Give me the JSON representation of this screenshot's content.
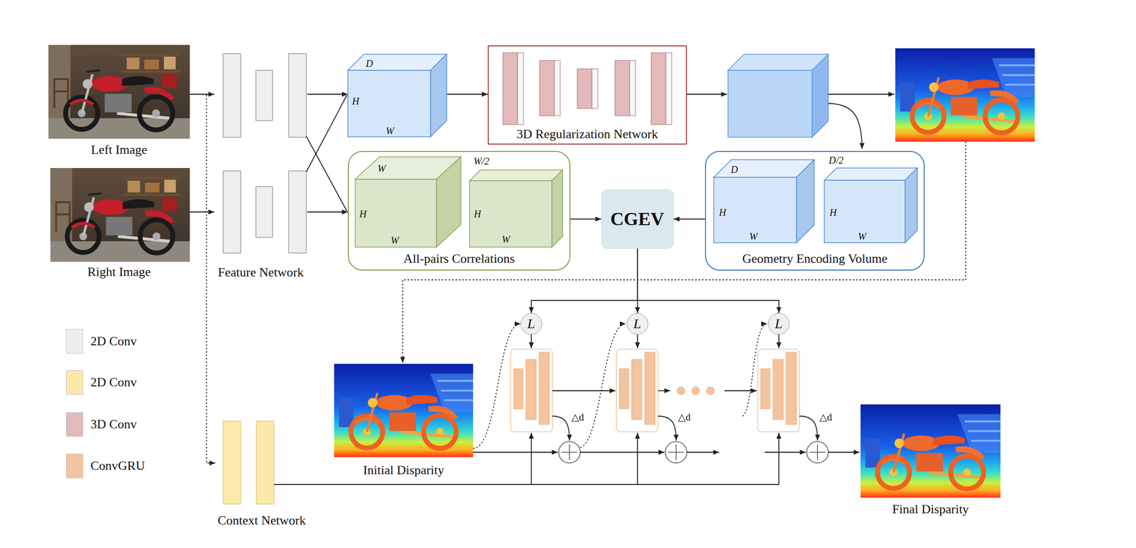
{
  "diagram": {
    "nodes": [
      {
        "text": [
          "Left Image"
        ]
      },
      {
        "text": [
          "Feature Network"
        ]
      },
      {
        "text": [
          "D",
          "H",
          "W"
        ]
      },
      {
        "text": [
          "3D Regularization Network"
        ]
      },
      {
        "text": [
          "Right Image"
        ]
      },
      {
        "text": [
          "All-pairs Correlations"
        ]
      },
      {
        "text": [
          "W",
          "H",
          "W"
        ],
        "in": 5
      },
      {
        "text": [
          "W/2",
          "H",
          "W"
        ],
        "in": 5
      },
      {
        "text": [
          "CGEV"
        ]
      },
      {
        "text": [
          "Geometry Encoding Volume"
        ]
      },
      {
        "text": [
          "D",
          "H",
          "W"
        ],
        "in": 9
      },
      {
        "text": [
          "D/2",
          "H",
          "W"
        ],
        "in": 9
      },
      {
        "text": [
          "L"
        ]
      },
      {
        "text": [
          "L"
        ]
      },
      {
        "text": [
          "L"
        ]
      },
      {
        "text": [
          "Initial Disparity"
        ]
      },
      {
        "text": [
          "Context Network"
        ]
      },
      {
        "text": [
          "Final Disparity"
        ]
      }
    ],
    "edges": [
      {
        "from": 0,
        "to": 1,
        "arrow": "to"
      },
      {
        "from": 4,
        "to": 1,
        "arrow": "to"
      },
      {
        "from": 1,
        "to": 2,
        "arrow": "to"
      },
      {
        "from": 1,
        "to": 5,
        "arrow": "to"
      },
      {
        "from": 2,
        "to": 3,
        "arrow": "to"
      },
      {
        "from": 5,
        "to": 8,
        "arrow": "to"
      },
      {
        "from": 9,
        "to": 8,
        "arrow": "to"
      },
      {
        "from": 8,
        "to": 12,
        "arrow": "to"
      },
      {
        "from": 8,
        "to": 13,
        "arrow": "to"
      },
      {
        "from": 8,
        "to": 14,
        "arrow": "to"
      },
      {
        "from": 15,
        "to": 12,
        "arrow": "to"
      },
      {
        "from": 0,
        "to": 16,
        "arrow": "to"
      }
    ],
    "labels": [
      "△d",
      "△d",
      "△d"
    ],
    "legend": [
      {
        "text": "2D Conv",
        "color": "#eeeeee"
      },
      {
        "text": "2D Conv",
        "color": "#fce9aa"
      },
      {
        "text": "3D Conv",
        "color": "#e3b9b9"
      },
      {
        "text": "ConvGRU",
        "color": "#f3c49e"
      }
    ]
  }
}
